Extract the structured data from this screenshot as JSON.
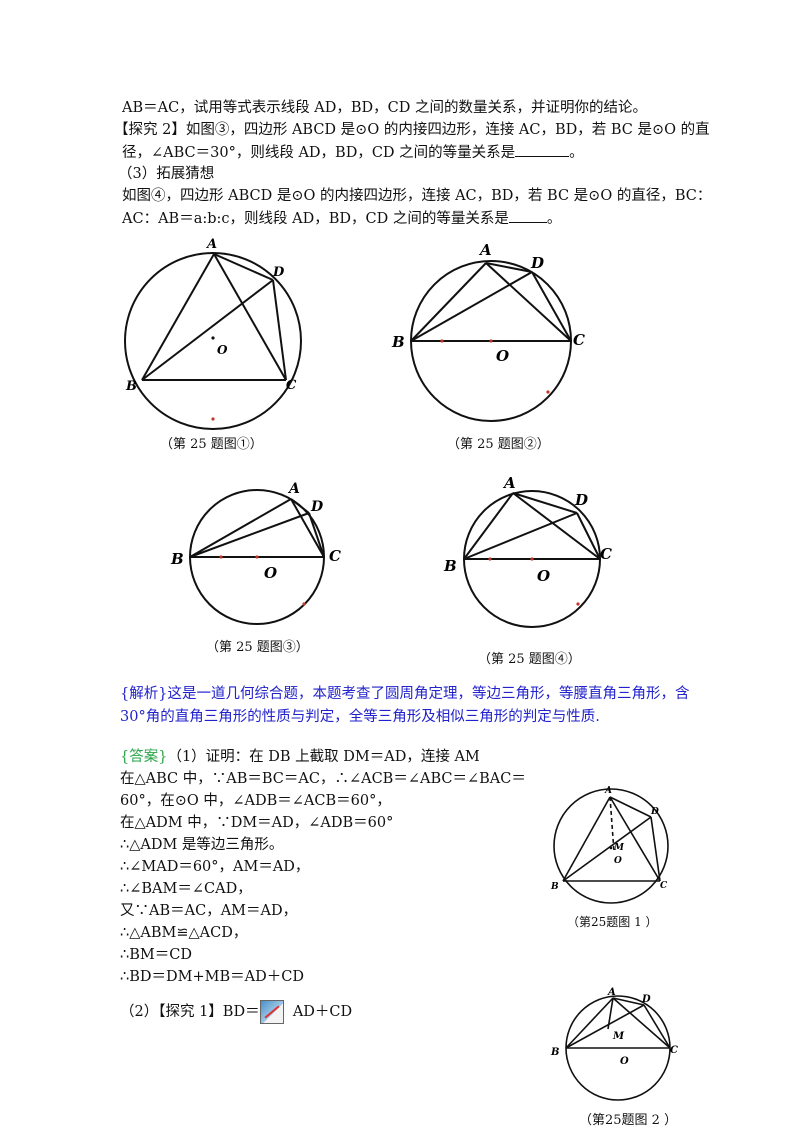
{
  "problem": {
    "line1": "AB＝AC，试用等式表示线段 AD，BD，CD 之间的数量关系，并证明你的结论。",
    "line2": "【探究 2】如图③，四边形 ABCD 是⊙O 的内接四边形，连接 AC，BD，若 BC 是⊙O 的直",
    "line3": "径，∠ABC＝30°，则线段 AD，BD，CD 之间的等量关系是",
    "line3_end": "。",
    "line4": "（3）拓展猜想",
    "line5": "如图④，四边形 ABCD 是⊙O 的内接四边形，连接 AC，BD，若 BC 是⊙O 的直径，BC：",
    "line6": "AC：AB＝a:b:c，则线段 AD，BD，CD 之间的等量关系是",
    "line6_end": "。"
  },
  "figures": {
    "fig1": {
      "caption": "（第 25 题图①）",
      "labels": {
        "A": "A",
        "B": "B",
        "C": "C",
        "D": "D",
        "O": "O"
      }
    },
    "fig2": {
      "caption": "（第 25 题图②）",
      "labels": {
        "A": "A",
        "B": "B",
        "C": "C",
        "D": "D",
        "O": "O"
      }
    },
    "fig3": {
      "caption": "（第 25 题图③）",
      "labels": {
        "A": "A",
        "B": "B",
        "C": "C",
        "D": "D",
        "O": "O"
      }
    },
    "fig4": {
      "caption": "（第 25 题图④）",
      "labels": {
        "A": "A",
        "B": "B",
        "C": "C",
        "D": "D",
        "O": "O"
      }
    },
    "fig5": {
      "caption": "（第25题图 1  ）",
      "labels": {
        "A": "A",
        "B": "B",
        "C": "C",
        "D": "D",
        "O": "O",
        "M": "M"
      }
    },
    "fig6": {
      "caption": "（第25题图 2  ）",
      "labels": {
        "A": "A",
        "B": "B",
        "C": "C",
        "D": "D",
        "O": "O",
        "M": "M"
      }
    }
  },
  "analysis": {
    "tag": "{解析}",
    "line1": "这是一道几何综合题，本题考查了圆周角定理，等边三角形，等腰直角三角形，含",
    "line2": "30°角的直角三角形的性质与判定，全等三角形及相似三角形的判定与性质."
  },
  "answer": {
    "tag": "{答案}",
    "lines": [
      "（1）证明：在 DB 上截取 DM＝AD，连接 AM",
      "在△ABC 中，∵AB＝BC＝AC，∴∠ACB＝∠ABC＝∠BAC＝",
      "60°，在⊙O 中，∠ADB＝∠ACB＝60°，",
      "在△ADM 中，∵DM＝AD，∠ADB＝60°",
      "∴△ADM 是等边三角形。",
      "∴∠MAD＝60°，AM＝AD，",
      "∴∠BAM＝∠CAD，",
      "又∵AB＝AC，AM＝AD，",
      "∴△ABM≌△ACD，",
      "∴BM＝CD",
      "∴BD＝DM+MB＝AD＋CD"
    ],
    "part2_prefix": "（2）【探究 1】BD＝",
    "part2_suffix": "AD＋CD"
  }
}
